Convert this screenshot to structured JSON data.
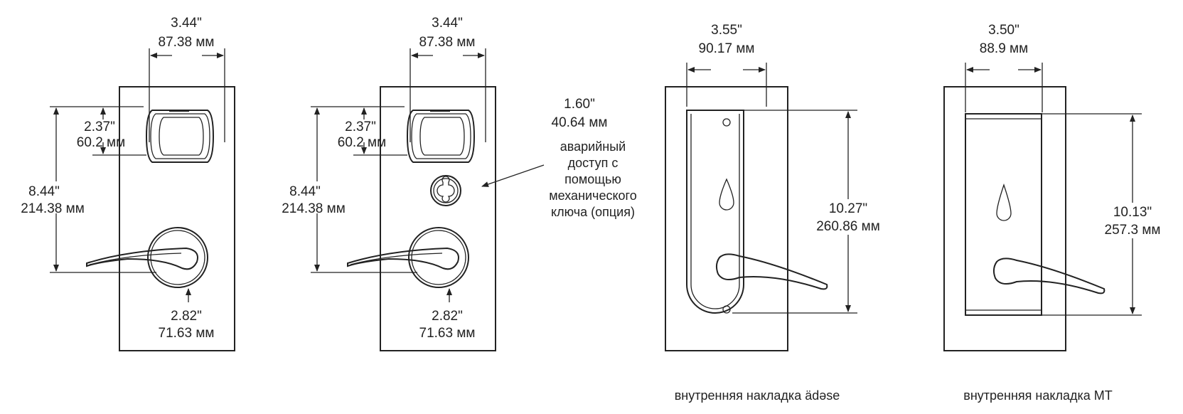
{
  "panels": [
    {
      "width_in": "3.44\"",
      "width_mm": "87.38 мм",
      "reader_h_in": "2.37\"",
      "reader_h_mm": "60.2 мм",
      "height_in": "8.44\"",
      "height_mm": "214.38 мм",
      "rose_in": "2.82\"",
      "rose_mm": "71.63 мм"
    },
    {
      "width_in": "3.44\"",
      "width_mm": "87.38 мм",
      "reader_h_in": "2.37\"",
      "reader_h_mm": "60.2 мм",
      "height_in": "8.44\"",
      "height_mm": "214.38 мм",
      "rose_in": "2.82\"",
      "rose_mm": "71.63 мм",
      "key_in": "1.60\"",
      "key_mm": "40.64 мм",
      "key_note": [
        "аварийный",
        "доступ с",
        "помощью",
        "механического",
        "ключа (опция)"
      ]
    },
    {
      "width_in": "3.55\"",
      "width_mm": "90.17 мм",
      "height_in": "10.27\"",
      "height_mm": "260.86 мм",
      "caption": "внутренняя накладка ädəse"
    },
    {
      "width_in": "3.50\"",
      "width_mm": "88.9 мм",
      "height_in": "10.13\"",
      "height_mm": "257.3 мм",
      "caption": "внутренняя накладка MT"
    }
  ]
}
